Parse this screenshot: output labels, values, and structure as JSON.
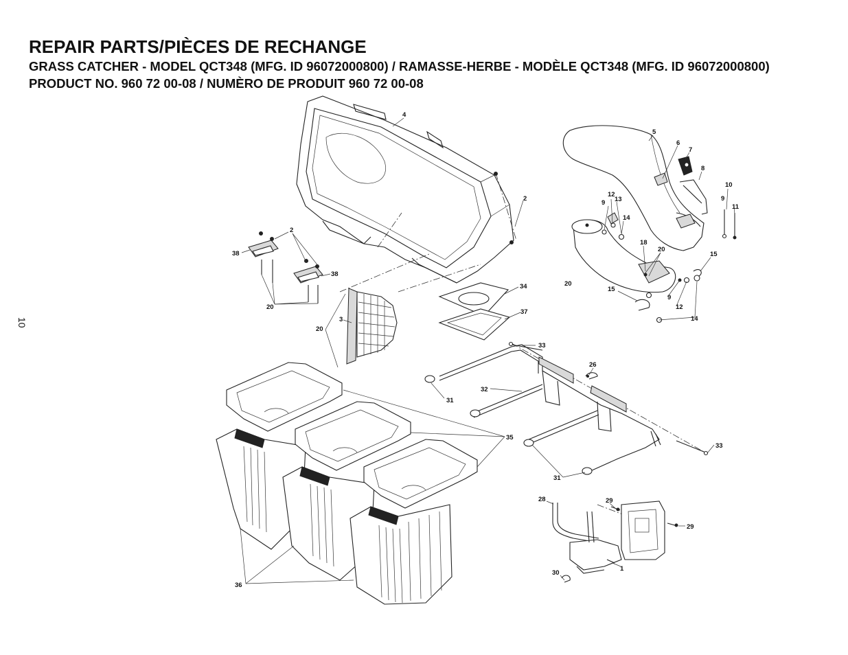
{
  "header": {
    "title": "REPAIR PARTS/PIÈCES DE RECHANGE",
    "subtitle": "GRASS CATCHER - MODEL QCT348 (MFG. ID 96072000800) / RAMASSE-HERBE - MODÈLE  QCT348 (MFG. ID 96072000800)",
    "product": "PRODUCT NO. 960 72 00-08 / NUMÈRO DE PRODUIT 960 72 00-08"
  },
  "page_number": "10",
  "callouts": {
    "c4": "4",
    "c2a": "2",
    "c2b": "2",
    "c38a": "38",
    "c38b": "38",
    "c20a": "20",
    "c3": "3",
    "c20b": "20",
    "c34": "34",
    "c37": "37",
    "c5": "5",
    "c6": "6",
    "c7": "7",
    "c8": "8",
    "c10": "10",
    "c9a": "9",
    "c11": "11",
    "c12a": "12",
    "c13": "13",
    "c9b": "9",
    "c14a": "14",
    "c18": "18",
    "c20c": "20",
    "c15a": "15",
    "c20d": "20",
    "c15b": "15",
    "c9c": "9",
    "c12b": "12",
    "c14b": "14",
    "c33a": "33",
    "c26": "26",
    "c32": "32",
    "c31a": "31",
    "c35": "35",
    "c33b": "33",
    "c31b": "31",
    "c28": "28",
    "c29a": "29",
    "c29b": "29",
    "c1": "1",
    "c30": "30",
    "c36": "36"
  }
}
